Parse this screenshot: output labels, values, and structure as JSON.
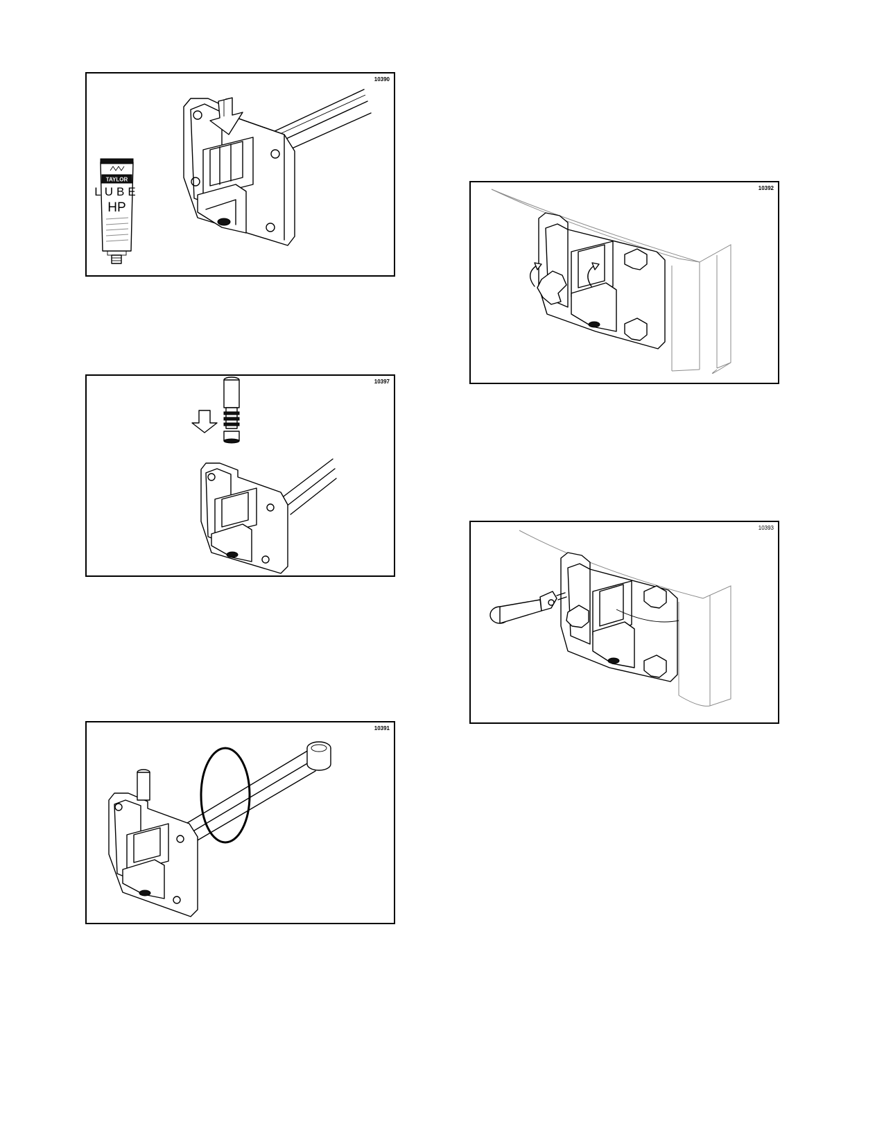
{
  "figures": [
    {
      "id": "fig1",
      "number": "10390",
      "tube": {
        "brand": "TAYLOR",
        "line1": "LUBE",
        "line2": "HP"
      }
    },
    {
      "id": "fig2",
      "number": "10397"
    },
    {
      "id": "fig3",
      "number": "10391"
    },
    {
      "id": "fig4",
      "number": "10392"
    },
    {
      "id": "fig5",
      "number": "10393"
    }
  ],
  "colors": {
    "frame": "#000000",
    "background": "#ffffff"
  },
  "icons": [
    "down-arrow-icon",
    "rotate-arrow-icon",
    "lube-tube-icon"
  ]
}
